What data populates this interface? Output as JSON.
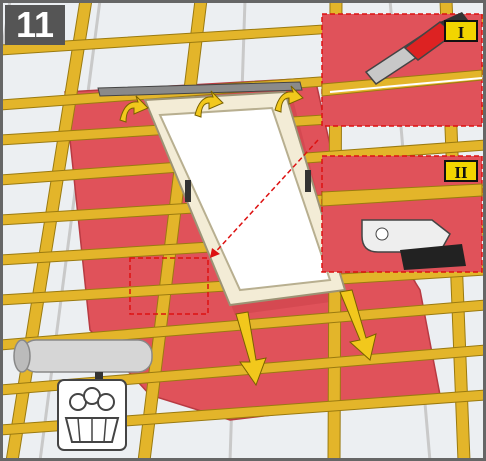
{
  "step_number": "11",
  "detail_labels": [
    "I",
    "II"
  ],
  "colors": {
    "membrane": "#e0525a",
    "membrane_dark": "#b83a42",
    "batten": "#e3b52a",
    "batten_edge": "#9a7a10",
    "arrow": "#f2c81c",
    "frame_border": "#666666",
    "roof_bg": "#eceff2"
  },
  "icons": [
    "utility-knife-icon",
    "stapler-icon",
    "shopping-basket-icon",
    "membrane-roll-icon",
    "arrow-icon"
  ]
}
